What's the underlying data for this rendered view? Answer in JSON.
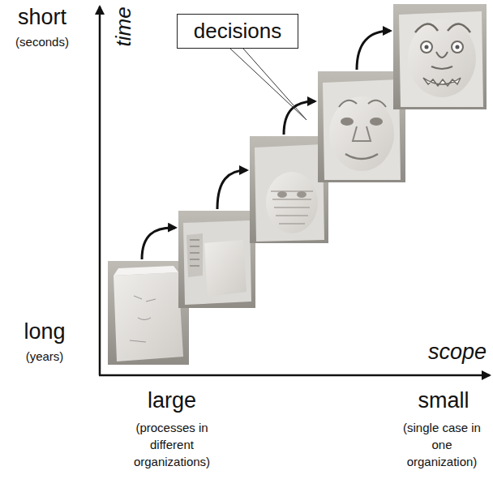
{
  "diagram": {
    "nodes": [
      {
        "text": [
          "decisions"
        ]
      }
    ],
    "labels": [
      "short",
      "(seconds)",
      "time",
      "long",
      "(years)",
      "scope",
      "large",
      "(processes in different organizations)",
      "small",
      "(single case in one organization)"
    ]
  }
}
